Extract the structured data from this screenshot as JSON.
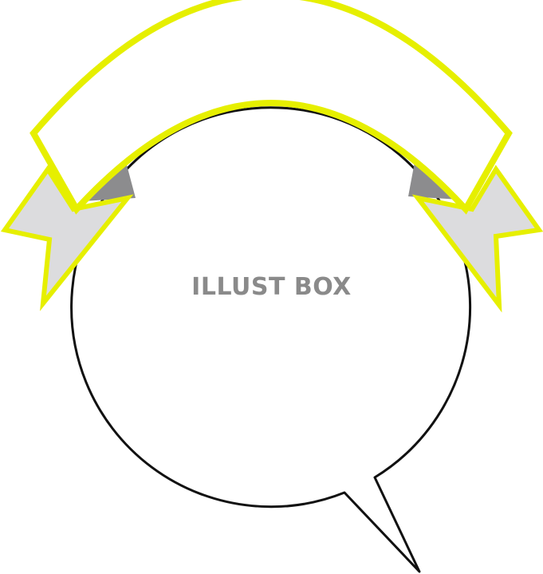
{
  "watermark": {
    "text": "ILLUST BOX"
  },
  "colors": {
    "ribbon_stroke": "#e6ef00",
    "ribbon_fill": "#ffffff",
    "ribbon_tail_fill": "#dcdcde",
    "ribbon_fold_fill": "#8c8c8e",
    "bubble_stroke": "#111111",
    "bubble_fill": "#ffffff",
    "watermark": "#8a8a8a"
  },
  "icons": {
    "ribbon": "curved-banner-ribbon",
    "bubble": "round-speech-bubble"
  }
}
